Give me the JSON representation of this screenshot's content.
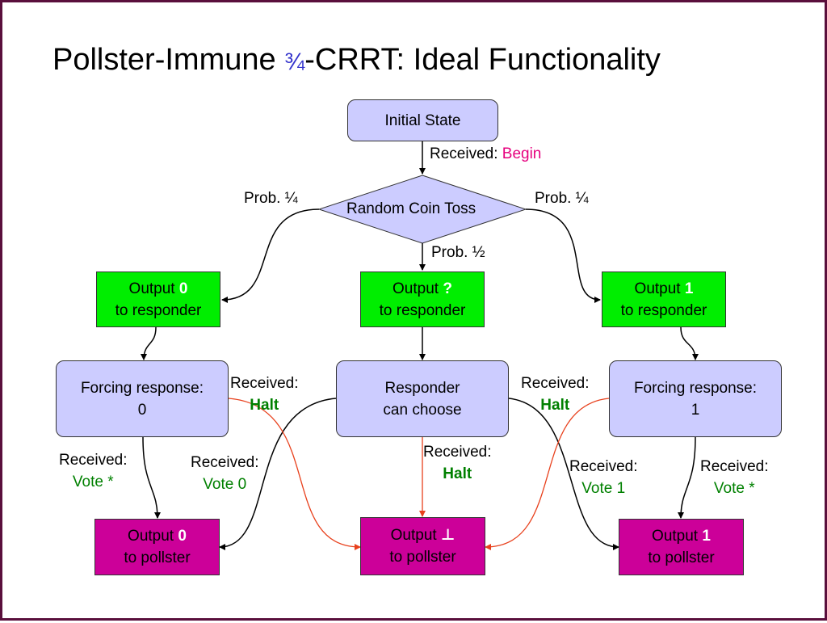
{
  "title": {
    "main": "Pollster-Immune ",
    "fraction": "¾",
    "rest": "-CRRT: Ideal Functionality"
  },
  "nodes": {
    "initial_state": "Initial State",
    "coin_toss": "Random Coin Toss",
    "out_resp_0": {
      "prefix": "Output ",
      "value": "0",
      "suffix": "to responder"
    },
    "out_resp_q": {
      "prefix": "Output ",
      "value": "?",
      "suffix": "to responder"
    },
    "out_resp_1": {
      "prefix": "Output ",
      "value": "1",
      "suffix": "to responder"
    },
    "forcing_0": {
      "line1": "Forcing response:",
      "line2": "0"
    },
    "responder_choose": {
      "line1": "Responder",
      "line2": "can choose"
    },
    "forcing_1": {
      "line1": "Forcing response:",
      "line2": "1"
    },
    "out_poll_0": {
      "prefix": "Output ",
      "value": "0",
      "suffix": "to pollster"
    },
    "out_poll_bot": {
      "prefix": "Output ",
      "value": "⊥",
      "suffix": "to pollster"
    },
    "out_poll_1": {
      "prefix": "Output ",
      "value": "1",
      "suffix": "to pollster"
    }
  },
  "labels": {
    "received": "Received:",
    "begin": "Begin",
    "prob_quarter_left": "Prob. ¼",
    "prob_quarter_right": "Prob. ¼",
    "prob_half": "Prob. ½",
    "halt": "Halt",
    "vote_star": "Vote *",
    "vote_0": "Vote 0",
    "vote_1": "Vote 1"
  },
  "colors": {
    "state_fill": "#ccccff",
    "responder_fill": "#00ee00",
    "pollster_fill": "#cc0099",
    "halt_edge": "#e8401c",
    "border": "#5a0f3c"
  }
}
